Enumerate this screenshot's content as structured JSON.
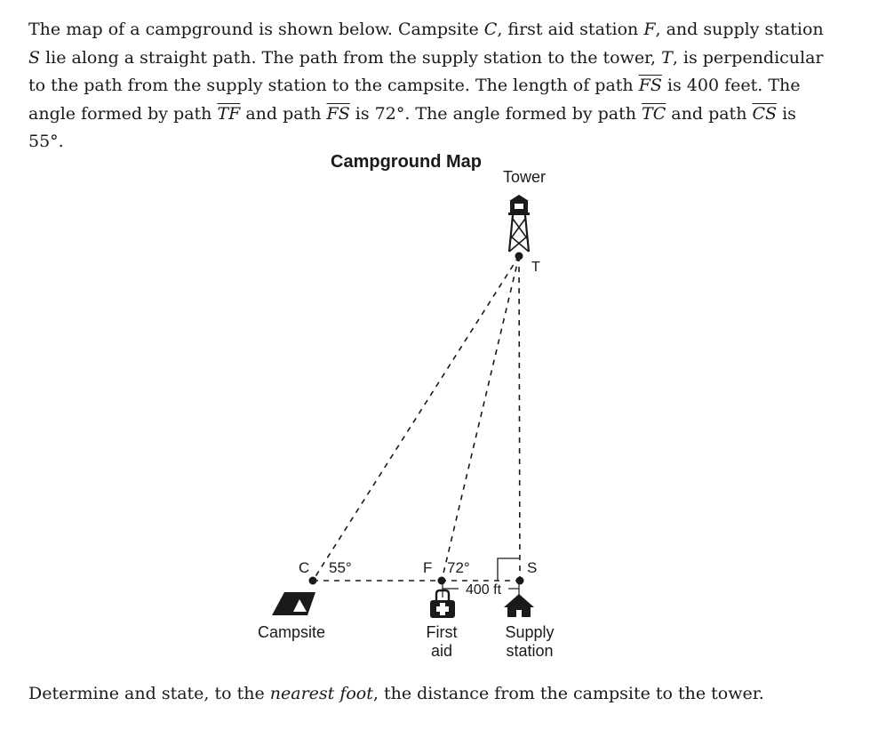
{
  "problem": {
    "p1": "The map of a campground is shown below. Campsite ",
    "c_var": "C",
    "p2": ", first aid station ",
    "f_var": "F",
    "p3": ", and supply station ",
    "s_var": "S",
    "p4": " lie along a straight path. The path from the supply station to the tower, ",
    "t_var": "T",
    "p5": ", is perpendicular to the path from the supply station to the campsite. The length of path ",
    "seg_fs_1": "FS",
    "p6": " is 400 feet. The angle formed by path ",
    "seg_tf": "TF",
    "p7": " and path ",
    "seg_fs_2": "FS",
    "p8": " is 72°. The angle formed by path ",
    "seg_tc": "TC",
    "p9": " and path ",
    "seg_cs": "CS",
    "p10": " is 55°."
  },
  "map": {
    "title": "Campground Map",
    "tower_label": "Tower",
    "point_t": "T",
    "point_c": "C",
    "point_f": "F",
    "point_s": "S",
    "angle_c": "55°",
    "angle_f": "72°",
    "length_fs": "400 ft",
    "campsite_label": "Campsite",
    "first_aid_line1": "First",
    "first_aid_line2": "aid",
    "supply_line1": "Supply",
    "supply_line2": "station"
  },
  "question": {
    "q1": "Determine and state, to the ",
    "q_em": "nearest foot",
    "q2": ", the distance from the campsite to the tower."
  }
}
